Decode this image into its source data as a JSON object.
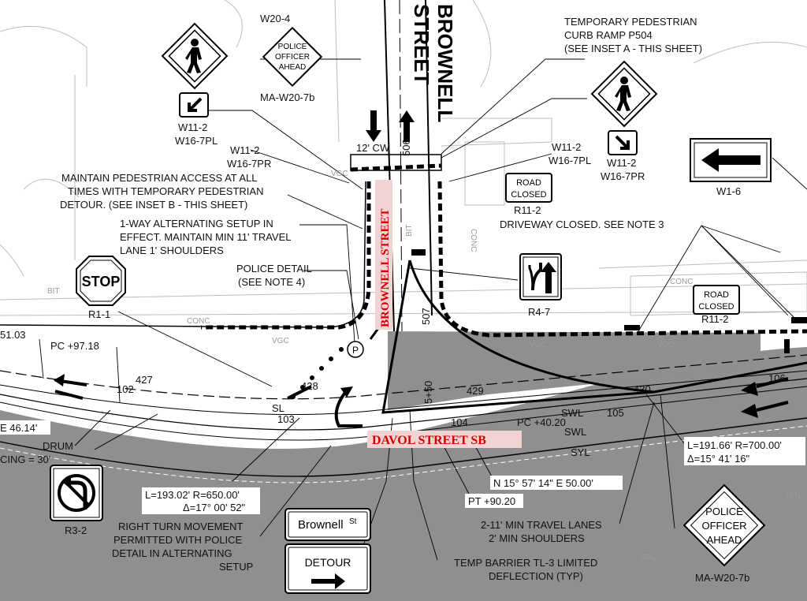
{
  "streets": {
    "brownell_top": "BROWNELL",
    "street_top": "STREET",
    "brownell_red": "BROWNELL STREET",
    "davol_red": "DAVOL STREET SB"
  },
  "signs": {
    "w20_4_code": "W20-4",
    "police_ahead_top": {
      "line1": "POLICE",
      "line2": "OFFICER",
      "line3": "AHEAD",
      "code": "MA-W20-7b"
    },
    "police_ahead_bottom": {
      "line1": "POLICE",
      "line2": "OFFICER",
      "line3": "AHEAD",
      "code": "MA-W20-7b"
    },
    "ped_left": {
      "code1": "W11-2",
      "code2": "W16-7PL"
    },
    "ped_right": {
      "code1": "W11-2",
      "code2": "W16-7PR"
    },
    "road_closed_1": {
      "line1": "ROAD",
      "line2": "CLOSED",
      "code": "R11-2"
    },
    "road_closed_2": {
      "line1": "ROAD",
      "line2": "CLOSED",
      "code": "R11-2"
    },
    "w1_6_code": "W1-6",
    "r4_7_code": "R4-7",
    "stop": {
      "text": "STOP",
      "code": "R1-1"
    },
    "r3_2_code": "R3-2",
    "brownell_guide": "Brownell",
    "brownell_guide_suffix": "St",
    "detour": "DETOUR"
  },
  "callouts": {
    "temp_ramp": [
      "TEMPORARY PEDESTRIAN",
      "CURB RAMP P504",
      "(SEE INSET A - THIS SHEET)"
    ],
    "w11_pr": [
      "W11-2",
      "W16-7PR"
    ],
    "w11_pl": [
      "W11-2",
      "W16-7PL"
    ],
    "ped_access": [
      "MAINTAIN PEDESTRIAN ACCESS AT ALL",
      "TIMES WITH TEMPORARY PEDESTRIAN",
      "DETOUR. (SEE INSET B - THIS SHEET)"
    ],
    "one_way": [
      "1-WAY ALTERNATING SETUP IN",
      "EFFECT. MAINTAIN MIN 11' TRAVEL",
      "LANE 1' SHOULDERS"
    ],
    "police_detail": [
      "POLICE DETAIL",
      "(SEE NOTE 4)"
    ],
    "driveway": "DRIVEWAY CLOSED. SEE NOTE 3",
    "drum": [
      "DRUM",
      "CING = 30'"
    ],
    "right_turn": [
      "RIGHT TURN MOVEMENT",
      "PERMITTED WITH POLICE",
      "DETAIL IN ALTERNATING",
      "SETUP"
    ],
    "travel_lanes": [
      "2-11' MIN TRAVEL LANES",
      "2' MIN SHOULDERS"
    ],
    "temp_barrier": [
      "TEMP BARRIER TL-3 LIMITED",
      "DEFLECTION (TYP)"
    ]
  },
  "curves": {
    "left": [
      "L=193.02' R=650.00'",
      "Δ=17° 00' 52\""
    ],
    "right": [
      "L=191.66' R=700.00'",
      "Δ=15° 41' 16\""
    ],
    "bearing": "N 15° 57' 14\" E   50.00'",
    "pt": "PT +90.20",
    "pc1": "PC +97.18",
    "pc2": "PC +40.20",
    "sta_51": "51.03",
    "sta_46": "E   46.14'",
    "cw": "12' CW"
  },
  "plan_labels": {
    "sta_427": "427",
    "sta_428": "428",
    "sta_429": "429",
    "sta_430": "430",
    "sta_106": "106",
    "sta_102": "102",
    "sta_103": "103",
    "sta_104": "104",
    "sta_105": "105",
    "sta_506": "506",
    "sta_507": "507",
    "sta_550": "5+50",
    "swl": "SWL",
    "syl": "SYL",
    "sl": "SL",
    "vgc": "VGC",
    "conc": "CONC",
    "bit": "BIT",
    "mtl": "MTL",
    "grl": "GRL",
    "p_circle": "P"
  }
}
